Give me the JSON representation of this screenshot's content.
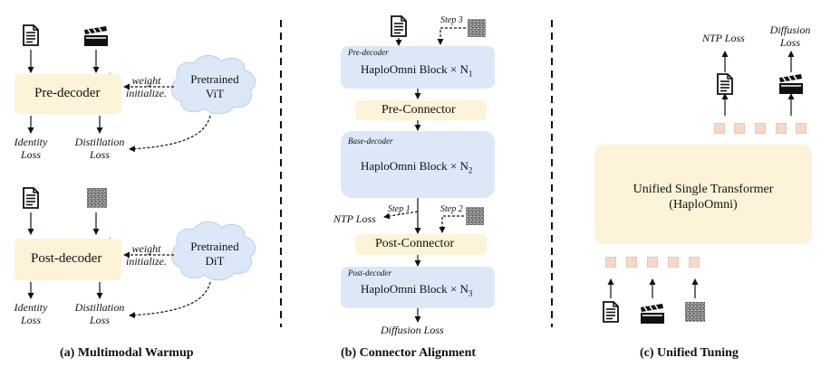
{
  "panel_a": {
    "caption": "(a) Multimodal Warmup",
    "top": {
      "box_label": "Pre-decoder",
      "weight_init": [
        "weight",
        "initialize."
      ],
      "cloud": [
        "Pretrained",
        "ViT"
      ],
      "loss_left": [
        "Identity",
        "Loss"
      ],
      "loss_right": [
        "Distillation",
        "Loss"
      ]
    },
    "bottom": {
      "box_label": "Post-decoder",
      "weight_init": [
        "weight",
        "initialize."
      ],
      "cloud": [
        "Pretrained",
        "DiT"
      ],
      "loss_left": [
        "Identity",
        "Loss"
      ],
      "loss_right": [
        "Distillation",
        "Loss"
      ]
    }
  },
  "panel_b": {
    "caption": "(b) Connector Alignment",
    "step3": "Step 3",
    "pre_decoder_tag": "Pre-decoder",
    "block1": "HaploOmni Block × N",
    "block1_sub": "1",
    "pre_connector": "Pre-Connector",
    "base_decoder_tag": "Base-decoder",
    "block2": "HaploOmni Block × N",
    "block2_sub": "2",
    "step1": "Step 1",
    "step2": "Step 2",
    "ntp_loss": "NTP Loss",
    "post_connector": "Post-Connector",
    "post_decoder_tag": "Post-decoder",
    "block3": "HaploOmni Block × N",
    "block3_sub": "3",
    "diffusion_loss": "Diffusion Loss"
  },
  "panel_c": {
    "caption": "(c) Unified Tuning",
    "ntp_loss": "NTP Loss",
    "diffusion_loss": [
      "Diffusion",
      "Loss"
    ],
    "transformer": [
      "Unified Single Transformer",
      "(HaploOmni)"
    ]
  },
  "icons": {
    "document": "document-icon",
    "video": "clapperboard-icon",
    "image": "noise-image-icon",
    "trainable": "fire-icon"
  },
  "colors": {
    "yellow_box": "#fdf3d9",
    "blue_box": "#dce8f8",
    "token": "#f6d8c8",
    "cloud": "#dce8f8",
    "fire": "#f08a1c"
  }
}
